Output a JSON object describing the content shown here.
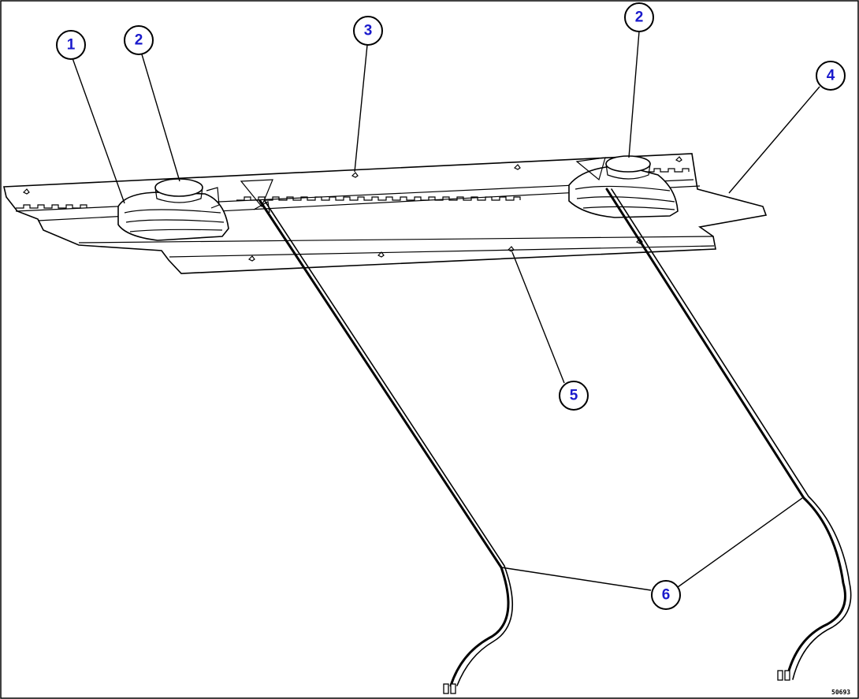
{
  "drawing": {
    "colors": {
      "line": "#000000",
      "callout_text": "#1a1acc",
      "background": "#ffffff"
    },
    "callouts": [
      {
        "id": "c1",
        "label": "1"
      },
      {
        "id": "c2a",
        "label": "2"
      },
      {
        "id": "c2b",
        "label": "2"
      },
      {
        "id": "c3",
        "label": "3"
      },
      {
        "id": "c4",
        "label": "4"
      },
      {
        "id": "c5",
        "label": "5"
      },
      {
        "id": "c6",
        "label": "6"
      }
    ],
    "drawing_code": "50693"
  }
}
